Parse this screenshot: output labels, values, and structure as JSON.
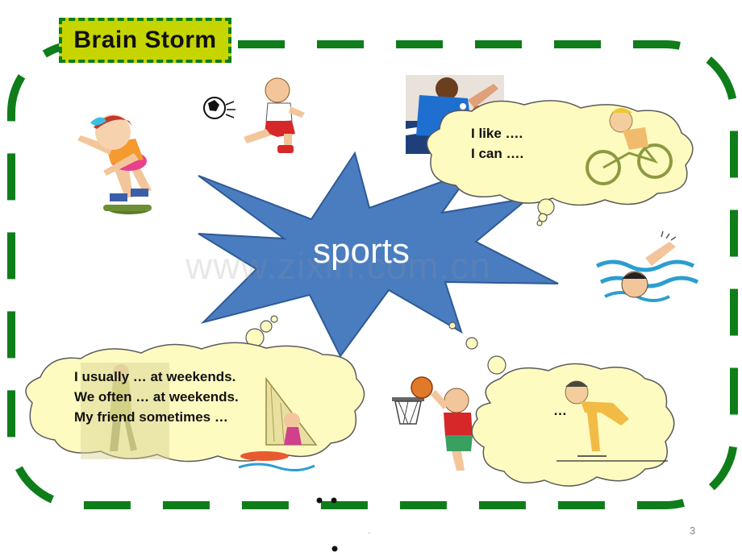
{
  "title": "Brain Storm",
  "center_word": "sports",
  "watermark": "www.zixin.com.cn",
  "bubble_top": {
    "line1": "I like ….",
    "line2": "I can …."
  },
  "bubble_left": {
    "line1": "I usually … at weekends.",
    "line2": "We often … at weekends.",
    "line3": "My friend sometimes …"
  },
  "bubble_right": {
    "line1": "…"
  },
  "page_number": "3",
  "footer_mark": ".",
  "colors": {
    "frame_green": "#0e7d1a",
    "title_bg": "#c6d400",
    "star_blue": "#4a7cc0",
    "bubble_fill": "#fdfbc0"
  },
  "illustrations": [
    "skateboarder-girl-icon",
    "soccer-player-icon",
    "table-tennis-photo",
    "cyclist-icon",
    "swimmer-icon",
    "basketball-player-icon",
    "ice-skater-icon",
    "windsurfer-icon",
    "golfer-icon"
  ]
}
